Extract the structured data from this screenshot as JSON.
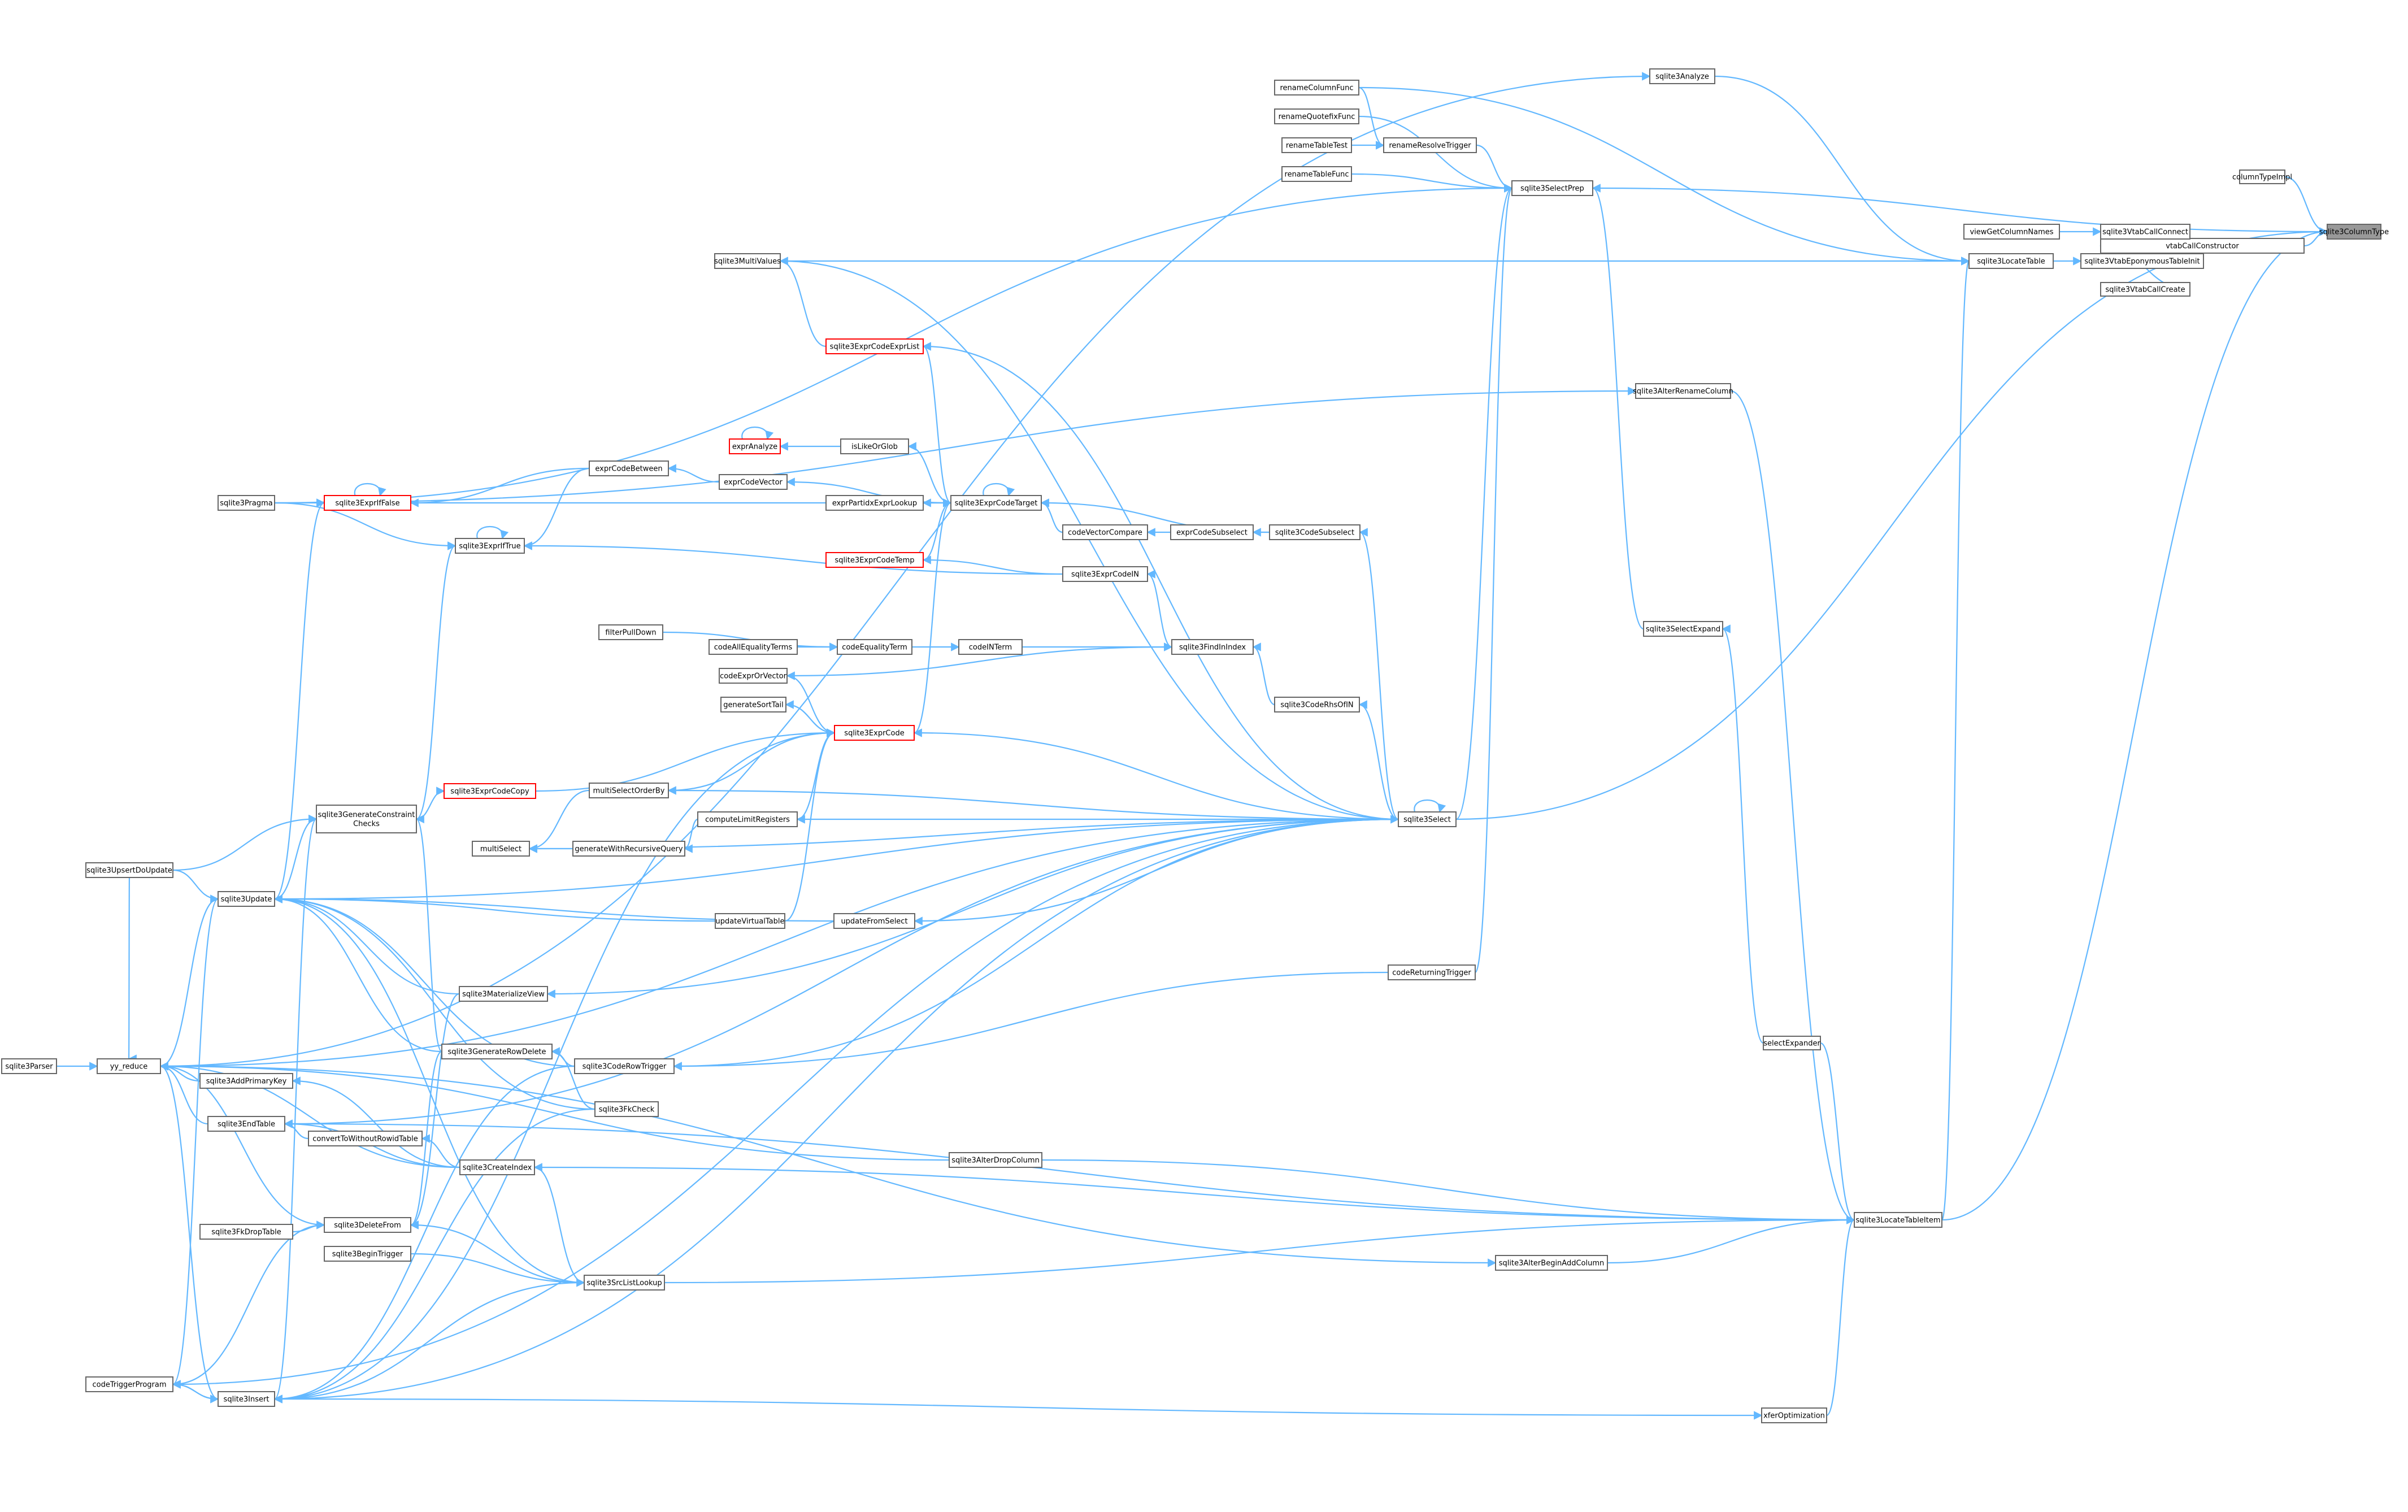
{
  "title": "sqlite3ColumnType caller graph",
  "colors": {
    "edge": "#63b8ff",
    "node_border": "#666666",
    "highlight_border": "#ff0000",
    "focus_fill": "#999999"
  },
  "nodes": {
    "sqlite3ColumnType": {
      "label": "sqlite3ColumnType",
      "style": "focus"
    },
    "columnTypeImpl": {
      "label": "columnTypeImpl"
    },
    "vtabCallConstructor": {
      "label": "vtabCallConstructor"
    },
    "sqlite3VtabCallConnect": {
      "label": "sqlite3VtabCallConnect"
    },
    "sqlite3VtabEponymousTableInit": {
      "label": "sqlite3VtabEponymousTableInit"
    },
    "sqlite3VtabCallCreate": {
      "label": "sqlite3VtabCallCreate"
    },
    "viewGetColumnNames": {
      "label": "viewGetColumnNames"
    },
    "sqlite3LocateTable": {
      "label": "sqlite3LocateTable"
    },
    "sqlite3Analyze": {
      "label": "sqlite3Analyze"
    },
    "sqlite3AlterRenameColumn": {
      "label": "sqlite3AlterRenameColumn"
    },
    "sqlite3SelectExpand": {
      "label": "sqlite3SelectExpand"
    },
    "selectExpander": {
      "label": "selectExpander"
    },
    "sqlite3LocateTableItem": {
      "label": "sqlite3LocateTableItem"
    },
    "sqlite3AlterBeginAddColumn": {
      "label": "sqlite3AlterBeginAddColumn"
    },
    "xferOptimization": {
      "label": "xferOptimization"
    },
    "renameColumnFunc": {
      "label": "renameColumnFunc"
    },
    "renameQuotefixFunc": {
      "label": "renameQuotefixFunc"
    },
    "renameTableTest": {
      "label": "renameTableTest"
    },
    "renameTableFunc": {
      "label": "renameTableFunc"
    },
    "renameResolveTrigger": {
      "label": "renameResolveTrigger"
    },
    "sqlite3SelectPrep": {
      "label": "sqlite3SelectPrep"
    },
    "sqlite3MultiValues": {
      "label": "sqlite3MultiValues"
    },
    "sqlite3ExprCodeExprList": {
      "label": "sqlite3ExprCodeExprList",
      "style": "red"
    },
    "exprAnalyze": {
      "label": "exprAnalyze",
      "style": "red"
    },
    "isLikeOrGlob": {
      "label": "isLikeOrGlob"
    },
    "exprCodeBetween": {
      "label": "exprCodeBetween"
    },
    "exprCodeVector": {
      "label": "exprCodeVector"
    },
    "exprPartidxExprLookup": {
      "label": "exprPartidxExprLookup"
    },
    "sqlite3ExprCodeTarget": {
      "label": "sqlite3ExprCodeTarget"
    },
    "sqlite3Pragma": {
      "label": "sqlite3Pragma"
    },
    "sqlite3ExprIfFalse": {
      "label": "sqlite3ExprIfFalse",
      "style": "red"
    },
    "codeVectorCompare": {
      "label": "codeVectorCompare"
    },
    "exprCodeSubselect": {
      "label": "exprCodeSubselect"
    },
    "sqlite3CodeSubselect": {
      "label": "sqlite3CodeSubselect"
    },
    "sqlite3ExprIfTrue": {
      "label": "sqlite3ExprIfTrue"
    },
    "sqlite3ExprCodeTemp": {
      "label": "sqlite3ExprCodeTemp",
      "style": "red"
    },
    "sqlite3ExprCodeIN": {
      "label": "sqlite3ExprCodeIN"
    },
    "filterPullDown": {
      "label": "filterPullDown"
    },
    "codeAllEqualityTerms": {
      "label": "codeAllEqualityTerms"
    },
    "codeEqualityTerm": {
      "label": "codeEqualityTerm"
    },
    "codeINTerm": {
      "label": "codeINTerm"
    },
    "sqlite3FindInIndex": {
      "label": "sqlite3FindInIndex"
    },
    "codeExprOrVector": {
      "label": "codeExprOrVector"
    },
    "sqlite3CodeRhsOfIN": {
      "label": "sqlite3CodeRhsOfIN"
    },
    "generateSortTail": {
      "label": "generateSortTail"
    },
    "sqlite3ExprCode": {
      "label": "sqlite3ExprCode",
      "style": "red"
    },
    "sqlite3ExprCodeCopy": {
      "label": "sqlite3ExprCodeCopy",
      "style": "red"
    },
    "multiSelectOrderBy": {
      "label": "multiSelectOrderBy"
    },
    "sqlite3GenerateConstraintChecks": {
      "label": "sqlite3GenerateConstraint\nChecks"
    },
    "computeLimitRegisters": {
      "label": "computeLimitRegisters"
    },
    "sqlite3Select": {
      "label": "sqlite3Select"
    },
    "multiSelect": {
      "label": "multiSelect"
    },
    "generateWithRecursiveQuery": {
      "label": "generateWithRecursiveQuery"
    },
    "sqlite3UpsertDoUpdate": {
      "label": "sqlite3UpsertDoUpdate"
    },
    "sqlite3Update": {
      "label": "sqlite3Update"
    },
    "updateVirtualTable": {
      "label": "updateVirtualTable"
    },
    "updateFromSelect": {
      "label": "updateFromSelect"
    },
    "codeReturningTrigger": {
      "label": "codeReturningTrigger"
    },
    "sqlite3MaterializeView": {
      "label": "sqlite3MaterializeView"
    },
    "sqlite3Parser": {
      "label": "sqlite3Parser"
    },
    "yy_reduce": {
      "label": "yy_reduce"
    },
    "sqlite3GenerateRowDelete": {
      "label": "sqlite3GenerateRowDelete"
    },
    "sqlite3CodeRowTrigger": {
      "label": "sqlite3CodeRowTrigger"
    },
    "sqlite3AddPrimaryKey": {
      "label": "sqlite3AddPrimaryKey"
    },
    "sqlite3FkCheck": {
      "label": "sqlite3FkCheck"
    },
    "sqlite3EndTable": {
      "label": "sqlite3EndTable"
    },
    "convertToWithoutRowidTable": {
      "label": "convertToWithoutRowidTable"
    },
    "sqlite3AlterDropColumn": {
      "label": "sqlite3AlterDropColumn"
    },
    "sqlite3CreateIndex": {
      "label": "sqlite3CreateIndex"
    },
    "sqlite3FkDropTable": {
      "label": "sqlite3FkDropTable"
    },
    "sqlite3DeleteFrom": {
      "label": "sqlite3DeleteFrom"
    },
    "sqlite3BeginTrigger": {
      "label": "sqlite3BeginTrigger"
    },
    "sqlite3SrcListLookup": {
      "label": "sqlite3SrcListLookup"
    },
    "codeTriggerProgram": {
      "label": "codeTriggerProgram"
    },
    "sqlite3Insert": {
      "label": "sqlite3Insert"
    }
  },
  "edges": [
    [
      "columnTypeImpl",
      "sqlite3ColumnType"
    ],
    [
      "vtabCallConstructor",
      "sqlite3ColumnType"
    ],
    [
      "sqlite3SelectPrep",
      "sqlite3ColumnType"
    ],
    [
      "sqlite3Select",
      "sqlite3ColumnType"
    ],
    [
      "sqlite3LocateTableItem",
      "sqlite3ColumnType"
    ],
    [
      "sqlite3VtabCallConnect",
      "vtabCallConstructor"
    ],
    [
      "sqlite3VtabEponymousTableInit",
      "vtabCallConstructor"
    ],
    [
      "sqlite3VtabCallCreate",
      "vtabCallConstructor"
    ],
    [
      "viewGetColumnNames",
      "sqlite3VtabCallConnect"
    ],
    [
      "sqlite3LocateTable",
      "sqlite3VtabEponymousTableInit"
    ],
    [
      "sqlite3Analyze",
      "sqlite3LocateTable"
    ],
    [
      "renameColumnFunc",
      "sqlite3LocateTable"
    ],
    [
      "sqlite3MultiValues",
      "sqlite3LocateTable"
    ],
    [
      "sqlite3LocateTableItem",
      "sqlite3LocateTable"
    ],
    [
      "yy_reduce",
      "sqlite3Analyze"
    ],
    [
      "sqlite3Pragma",
      "sqlite3AlterRenameColumn"
    ],
    [
      "sqlite3AlterRenameColumn",
      "sqlite3LocateTableItem"
    ],
    [
      "sqlite3SelectExpand",
      "sqlite3SelectPrep"
    ],
    [
      "selectExpander",
      "sqlite3SelectExpand"
    ],
    [
      "selectExpander",
      "sqlite3LocateTableItem"
    ],
    [
      "sqlite3AlterBeginAddColumn",
      "sqlite3LocateTableItem"
    ],
    [
      "sqlite3AlterDropColumn",
      "sqlite3LocateTableItem"
    ],
    [
      "sqlite3EndTable",
      "sqlite3LocateTableItem"
    ],
    [
      "sqlite3SrcListLookup",
      "sqlite3LocateTableItem"
    ],
    [
      "xferOptimization",
      "sqlite3LocateTableItem"
    ],
    [
      "sqlite3CreateIndex",
      "sqlite3LocateTableItem"
    ],
    [
      "yy_reduce",
      "sqlite3AlterBeginAddColumn"
    ],
    [
      "sqlite3Insert",
      "xferOptimization"
    ],
    [
      "renameColumnFunc",
      "renameResolveTrigger"
    ],
    [
      "renameQuotefixFunc",
      "sqlite3SelectPrep"
    ],
    [
      "renameTableTest",
      "renameResolveTrigger"
    ],
    [
      "renameTableFunc",
      "sqlite3SelectPrep"
    ],
    [
      "renameResolveTrigger",
      "sqlite3SelectPrep"
    ],
    [
      "sqlite3Pragma",
      "sqlite3SelectPrep"
    ],
    [
      "codeReturningTrigger",
      "sqlite3SelectPrep"
    ],
    [
      "sqlite3Select",
      "sqlite3SelectPrep"
    ],
    [
      "sqlite3MultiValues",
      "sqlite3Select"
    ],
    [
      "sqlite3ExprCodeExprList",
      "sqlite3MultiValues"
    ],
    [
      "sqlite3ExprCodeTarget",
      "sqlite3ExprCodeExprList"
    ],
    [
      "sqlite3Select",
      "sqlite3ExprCodeExprList"
    ],
    [
      "exprAnalyze",
      "exprAnalyze"
    ],
    [
      "isLikeOrGlob",
      "exprAnalyze"
    ],
    [
      "sqlite3ExprCodeTarget",
      "isLikeOrGlob"
    ],
    [
      "exprCodeBetween",
      "sqlite3ExprIfFalse"
    ],
    [
      "exprCodeBetween",
      "sqlite3ExprIfTrue"
    ],
    [
      "exprCodeVector",
      "exprCodeBetween"
    ],
    [
      "sqlite3ExprCodeTarget",
      "exprCodeVector"
    ],
    [
      "sqlite3ExprCodeTarget",
      "exprPartidxExprLookup"
    ],
    [
      "sqlite3ExprCodeTarget",
      "sqlite3ExprCodeTarget"
    ],
    [
      "codeVectorCompare",
      "sqlite3ExprCodeTarget"
    ],
    [
      "sqlite3CodeSubselect",
      "sqlite3ExprCodeTarget"
    ],
    [
      "sqlite3ExprCodeTemp",
      "sqlite3ExprCodeTarget"
    ],
    [
      "sqlite3ExprCode",
      "sqlite3ExprCodeTarget"
    ],
    [
      "sqlite3ExprIfFalse",
      "sqlite3ExprCodeTarget"
    ],
    [
      "sqlite3ExprIfFalse",
      "sqlite3ExprIfFalse"
    ],
    [
      "sqlite3ExprIfTrue",
      "sqlite3ExprIfTrue"
    ],
    [
      "sqlite3Pragma",
      "sqlite3ExprIfFalse"
    ],
    [
      "sqlite3Pragma",
      "sqlite3ExprIfTrue"
    ],
    [
      "exprCodeSubselect",
      "codeVectorCompare"
    ],
    [
      "sqlite3CodeSubselect",
      "exprCodeSubselect"
    ],
    [
      "sqlite3Select",
      "sqlite3CodeSubselect"
    ],
    [
      "sqlite3ExprCodeIN",
      "sqlite3ExprCodeTemp"
    ],
    [
      "sqlite3ExprCodeIN",
      "sqlite3ExprIfTrue"
    ],
    [
      "sqlite3FindInIndex",
      "sqlite3ExprCodeIN"
    ],
    [
      "codeINTerm",
      "sqlite3FindInIndex"
    ],
    [
      "sqlite3CodeRhsOfIN",
      "sqlite3FindInIndex"
    ],
    [
      "codeEqualityTerm",
      "codeINTerm"
    ],
    [
      "codeAllEqualityTerms",
      "codeEqualityTerm"
    ],
    [
      "filterPullDown",
      "codeEqualityTerm"
    ],
    [
      "codeExprOrVector",
      "sqlite3FindInIndex"
    ],
    [
      "sqlite3Select",
      "sqlite3CodeRhsOfIN"
    ],
    [
      "sqlite3ExprCode",
      "generateSortTail"
    ],
    [
      "sqlite3ExprCode",
      "codeExprOrVector"
    ],
    [
      "sqlite3ExprCodeCopy",
      "sqlite3ExprCode"
    ],
    [
      "multiSelectOrderBy",
      "sqlite3ExprCode"
    ],
    [
      "computeLimitRegisters",
      "sqlite3ExprCode"
    ],
    [
      "updateVirtualTable",
      "sqlite3ExprCode"
    ],
    [
      "sqlite3Insert",
      "sqlite3ExprCode"
    ],
    [
      "sqlite3Select",
      "sqlite3ExprCode"
    ],
    [
      "sqlite3GenerateConstraintChecks",
      "sqlite3ExprCodeCopy"
    ],
    [
      "sqlite3GenerateConstraintChecks",
      "sqlite3ExprIfTrue"
    ],
    [
      "sqlite3Select",
      "computeLimitRegisters"
    ],
    [
      "sqlite3Select",
      "multiSelectOrderBy"
    ],
    [
      "multiSelectOrderBy",
      "multiSelect"
    ],
    [
      "generateWithRecursiveQuery",
      "multiSelect"
    ],
    [
      "computeLimitRegisters",
      "generateWithRecursiveQuery"
    ],
    [
      "sqlite3Select",
      "multiSelect"
    ],
    [
      "sqlite3Select",
      "sqlite3Select"
    ],
    [
      "sqlite3Select",
      "sqlite3Update"
    ],
    [
      "sqlite3Select",
      "updateFromSelect"
    ],
    [
      "updateFromSelect",
      "sqlite3Update"
    ],
    [
      "updateVirtualTable",
      "sqlite3Update"
    ],
    [
      "sqlite3Select",
      "yy_reduce"
    ],
    [
      "sqlite3Select",
      "sqlite3MaterializeView"
    ],
    [
      "sqlite3Select",
      "sqlite3CodeRowTrigger"
    ],
    [
      "sqlite3Select",
      "sqlite3Insert"
    ],
    [
      "sqlite3Select",
      "sqlite3EndTable"
    ],
    [
      "codeReturningTrigger",
      "sqlite3CodeRowTrigger"
    ],
    [
      "sqlite3Select",
      "codeTriggerProgram"
    ],
    [
      "sqlite3UpsertDoUpdate",
      "sqlite3Update"
    ],
    [
      "sqlite3UpsertDoUpdate",
      "sqlite3GenerateConstraintChecks"
    ],
    [
      "sqlite3Update",
      "sqlite3GenerateConstraintChecks"
    ],
    [
      "sqlite3Insert",
      "sqlite3GenerateConstraintChecks"
    ],
    [
      "sqlite3UpsertDoUpdate",
      "yy_reduce"
    ],
    [
      "sqlite3Update",
      "yy_reduce"
    ],
    [
      "sqlite3Update",
      "codeTriggerProgram"
    ],
    [
      "sqlite3Update",
      "sqlite3ExprIfFalse"
    ],
    [
      "sqlite3Parser",
      "yy_reduce"
    ],
    [
      "sqlite3MaterializeView",
      "sqlite3DeleteFrom"
    ],
    [
      "sqlite3MaterializeView",
      "sqlite3Update"
    ],
    [
      "sqlite3GenerateRowDelete",
      "sqlite3DeleteFrom"
    ],
    [
      "sqlite3GenerateRowDelete",
      "sqlite3Update"
    ],
    [
      "sqlite3GenerateRowDelete",
      "sqlite3GenerateConstraintChecks"
    ],
    [
      "sqlite3CodeRowTrigger",
      "sqlite3GenerateRowDelete"
    ],
    [
      "sqlite3CodeRowTrigger",
      "sqlite3Update"
    ],
    [
      "sqlite3CodeRowTrigger",
      "sqlite3Insert"
    ],
    [
      "sqlite3FkCheck",
      "sqlite3GenerateRowDelete"
    ],
    [
      "sqlite3FkCheck",
      "sqlite3Update"
    ],
    [
      "sqlite3FkCheck",
      "sqlite3Insert"
    ],
    [
      "sqlite3AddPrimaryKey",
      "yy_reduce"
    ],
    [
      "sqlite3CreateIndex",
      "sqlite3AddPrimaryKey"
    ],
    [
      "sqlite3EndTable",
      "yy_reduce"
    ],
    [
      "convertToWithoutRowidTable",
      "sqlite3EndTable"
    ],
    [
      "sqlite3AlterDropColumn",
      "yy_reduce"
    ],
    [
      "sqlite3CreateIndex",
      "yy_reduce"
    ],
    [
      "sqlite3CreateIndex",
      "sqlite3EndTable"
    ],
    [
      "sqlite3CreateIndex",
      "convertToWithoutRowidTable"
    ],
    [
      "sqlite3FkDropTable",
      "sqlite3DeleteFrom"
    ],
    [
      "sqlite3DeleteFrom",
      "yy_reduce"
    ],
    [
      "sqlite3DeleteFrom",
      "codeTriggerProgram"
    ],
    [
      "sqlite3BeginTrigger",
      "sqlite3SrcListLookup"
    ],
    [
      "sqlite3SrcListLookup",
      "sqlite3DeleteFrom"
    ],
    [
      "sqlite3SrcListLookup",
      "sqlite3Update"
    ],
    [
      "sqlite3SrcListLookup",
      "sqlite3Insert"
    ],
    [
      "sqlite3SrcListLookup",
      "sqlite3CreateIndex"
    ],
    [
      "sqlite3Insert",
      "yy_reduce"
    ],
    [
      "codeTriggerProgram",
      "sqlite3Insert"
    ],
    [
      "sqlite3Insert",
      "codeTriggerProgram"
    ]
  ]
}
